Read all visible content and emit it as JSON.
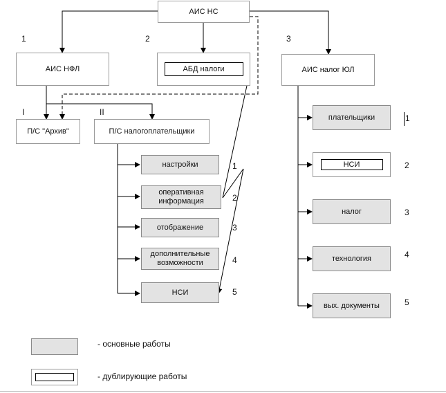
{
  "top": {
    "label": "АИС НС"
  },
  "branches": {
    "nfl": {
      "number": "1",
      "label": "АИС НФЛ"
    },
    "abd": {
      "number": "2",
      "label": "АБД налоги"
    },
    "yul": {
      "number": "3",
      "label": "АИС налог ЮЛ"
    }
  },
  "subsystems": {
    "archive": {
      "number": "I",
      "label": "П/С \"Архив\""
    },
    "taxpayers": {
      "number": "II",
      "label": "П/С налогоплательщики"
    }
  },
  "taxpayer_modules": [
    {
      "label": "настройки",
      "number": "1"
    },
    {
      "label": "оперативная информация",
      "number": "2"
    },
    {
      "label": "отображение",
      "number": "3"
    },
    {
      "label": "дополнительные возможности",
      "number": "4"
    },
    {
      "label": "НСИ",
      "number": "5"
    }
  ],
  "yul_modules": [
    {
      "label": "плательщики",
      "number": "1"
    },
    {
      "label": "НСИ",
      "number": "2"
    },
    {
      "label": "налог",
      "number": "3"
    },
    {
      "label": "технология",
      "number": "4"
    },
    {
      "label": "вых. документы",
      "number": "5"
    }
  ],
  "legend": {
    "main_work": "- основные работы",
    "duplicate_work": "- дублирующие работы"
  }
}
